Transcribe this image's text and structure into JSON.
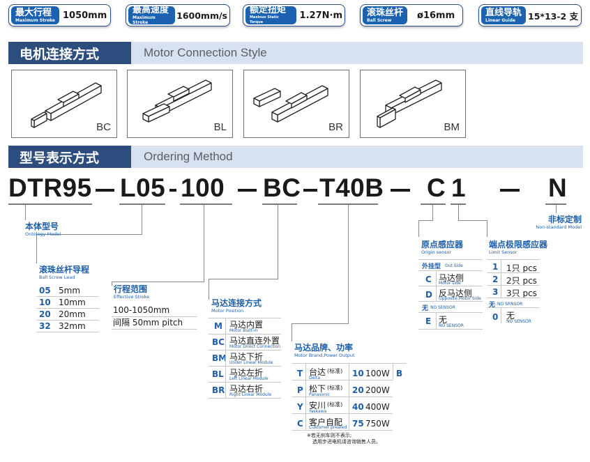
{
  "specs": [
    {
      "cn": "最大行程",
      "en": "Maximum Stroke",
      "value": "1050mm"
    },
    {
      "cn": "最高速度",
      "en": "Maximum Stroke",
      "value": "1600mm/s"
    },
    {
      "cn": "额定扭矩",
      "en": "Maxinux Static Torque",
      "value": "1.27N·m"
    },
    {
      "cn": "滚珠丝杆",
      "en": "Ball Screw",
      "value": "ø16mm"
    },
    {
      "cn": "直线导轨",
      "en": "Linear Guide",
      "value": "15*13-2 支"
    }
  ],
  "section_motor": {
    "cn": "电机连接方式",
    "en": "Motor Connection Style"
  },
  "styles": [
    "BC",
    "BL",
    "BR",
    "BM"
  ],
  "section_order": {
    "cn": "型号表示方式",
    "en": "Ordering Method"
  },
  "code": {
    "s1": "DTR95",
    "s2": "L05",
    "s3": "100",
    "s4": "BC",
    "s5": "T40B",
    "s6": "C",
    "s7": "1",
    "s8": "N"
  },
  "ontology": {
    "cn": "本体型号",
    "en": "Ontology Model"
  },
  "lead": {
    "cn": "滚珠丝杆导程",
    "en": "Ball Screw Lead",
    "rows": [
      {
        "code": "05",
        "val": "5mm"
      },
      {
        "code": "10",
        "val": "10mm"
      },
      {
        "code": "20",
        "val": "20mm"
      },
      {
        "code": "32",
        "val": "32mm"
      }
    ]
  },
  "stroke": {
    "cn": "行程范围",
    "en": "Effective Stroke",
    "range": "100-1050mm",
    "pitch": "间隔 50mm pitch"
  },
  "motor_conn": {
    "cn": "马达连接方式",
    "en": "Motor Position",
    "rows": [
      {
        "code": "M",
        "cn": "马达内置",
        "en": "Motor Built-in"
      },
      {
        "code": "BC",
        "cn": "马达直连外置",
        "en": "Motor Direct Connection"
      },
      {
        "code": "BM",
        "cn": "马达下折",
        "en": "Under Linear Module"
      },
      {
        "code": "BL",
        "cn": "马达左折",
        "en": "Left Linear Module"
      },
      {
        "code": "BR",
        "cn": "马达右折",
        "en": "Right Linear Module"
      }
    ]
  },
  "brand": {
    "cn": "马达品牌、功率",
    "en": "Motor Brand,Power Output",
    "rows": [
      {
        "code": "T",
        "cn": "台达",
        "tag": "(标准)",
        "en": "Delta",
        "pc": "10",
        "pw": "100W"
      },
      {
        "code": "P",
        "cn": "松下",
        "tag": "(标准)",
        "en": "Panasonic",
        "pc": "20",
        "pw": "200W"
      },
      {
        "code": "Y",
        "cn": "安川",
        "tag": "(标准)",
        "en": "Yaskawa",
        "pc": "40",
        "pw": "400W"
      },
      {
        "code": "C",
        "cn": "客户自配",
        "tag": "",
        "en": "Customer preared",
        "pc": "75",
        "pw": "750W"
      }
    ],
    "brake": "B",
    "note1": "※若无刹车则不表示;",
    "note2": "选用步进电机请咨询销售人员。"
  },
  "origin": {
    "cn": "原点感应器",
    "en": "Origin sensor",
    "head_cn": "外挂型",
    "head_en": "Out Side",
    "rows": [
      {
        "code": "C",
        "cn": "马达侧",
        "en": "Motor side"
      },
      {
        "code": "D",
        "cn": "反马达侧",
        "en": "Opposite Motor Side"
      }
    ],
    "none_cn": "无",
    "none_en": "NO SENSOR",
    "e_code": "E",
    "e_cn": "无",
    "e_en": "NO SENSOR"
  },
  "limit": {
    "cn": "端点极限感应器",
    "en": "Limit Sensor",
    "rows": [
      {
        "code": "1",
        "val": "1只 pcs"
      },
      {
        "code": "2",
        "val": "2只 pcs"
      },
      {
        "code": "3",
        "val": "3只 pcs"
      }
    ],
    "none_cn": "无",
    "none_en": "NO SRNSOR",
    "z_code": "0",
    "z_cn": "无",
    "z_en": "NO SENSOR"
  },
  "nonstd": {
    "cn": "非标定制",
    "en": "Non-standard Model"
  }
}
